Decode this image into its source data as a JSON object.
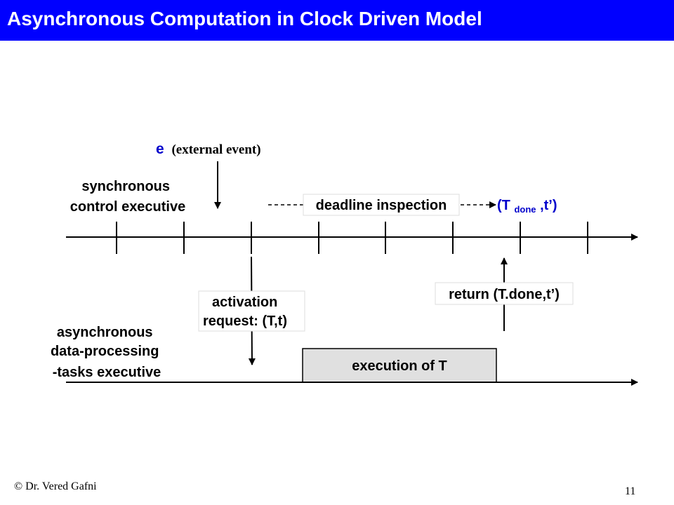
{
  "title": "Asynchronous Computation in Clock Driven Model",
  "colors": {
    "title_bg": "#0000ff",
    "title_fg": "#ffffff",
    "accent": "#0000cc",
    "box_fill": "#e0e0e0"
  },
  "event": {
    "symbol": "e",
    "label": "(external event)"
  },
  "sync_label": {
    "line1": "synchronous",
    "line2": "control executive"
  },
  "deadline_label": "deadline inspection",
  "done_tuple": {
    "open": "(T",
    "sub": "done",
    "close": ",t’)"
  },
  "activation": {
    "line1": "activation",
    "line2": "request: (T,t)"
  },
  "return_label": "return (T.done,t’)",
  "async_label": {
    "line1": "asynchronous",
    "line2": "data-processing",
    "line3": "-tasks executive"
  },
  "execution_label": "execution of T",
  "footer": {
    "copyright": "© Dr. Vered Gafni",
    "page_number": "11"
  }
}
